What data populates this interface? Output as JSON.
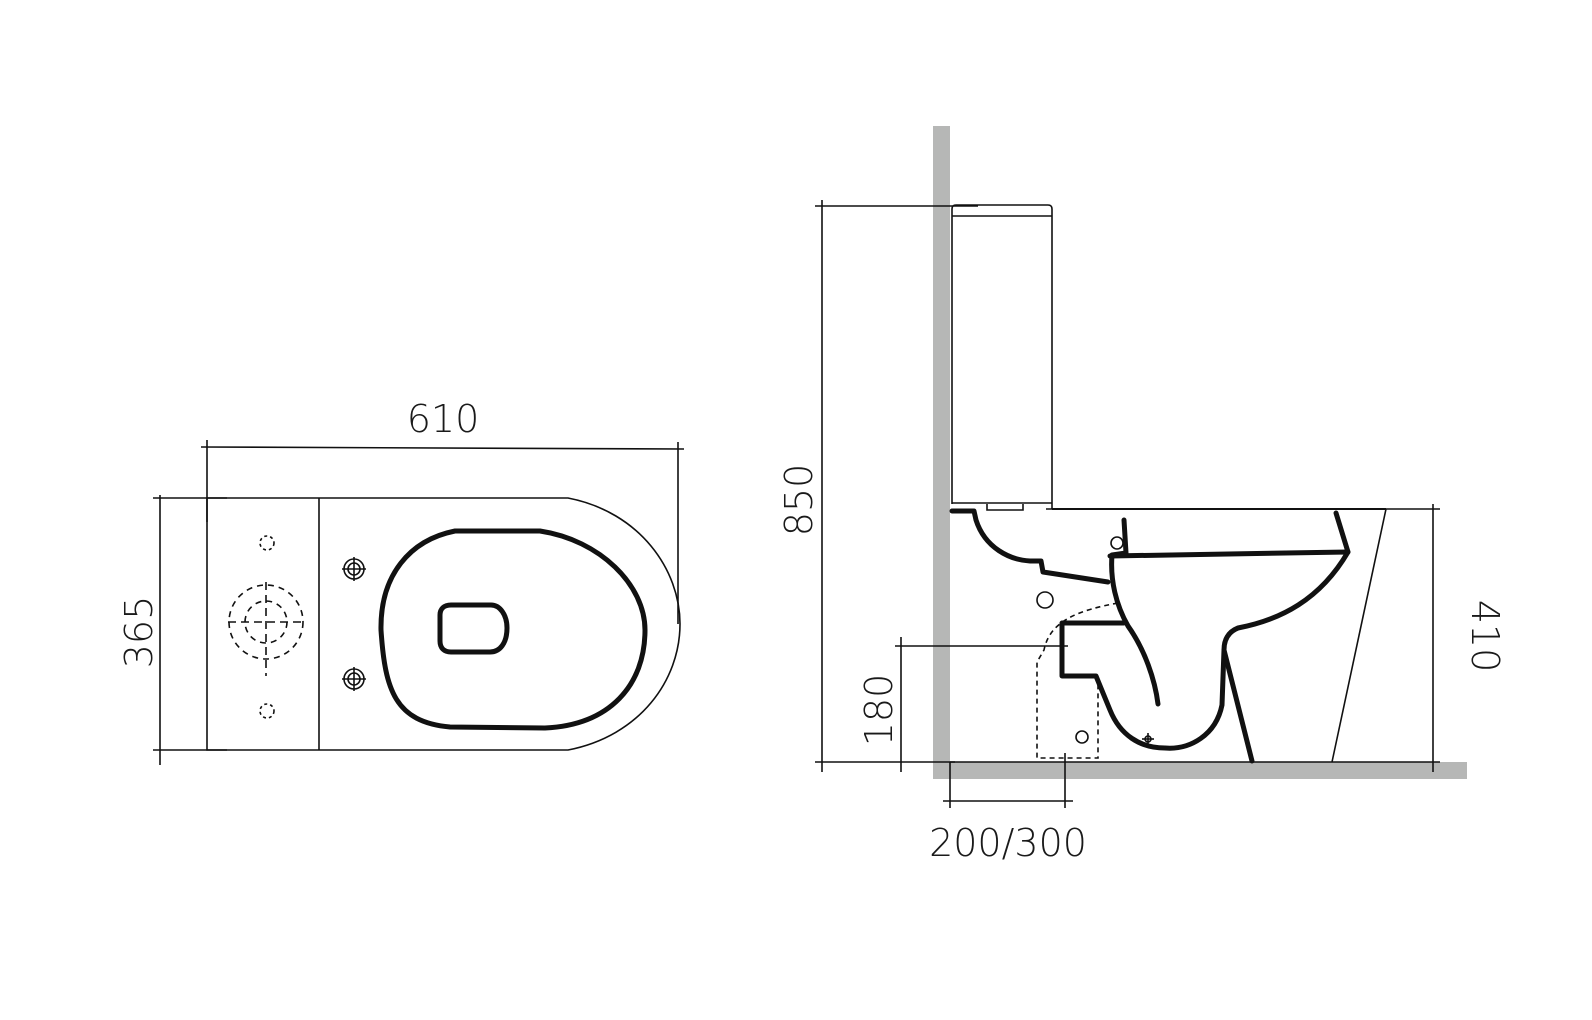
{
  "diagram": {
    "type": "technical-drawing",
    "subject": "close-coupled toilet, top and side views",
    "colors": {
      "line": "#111111",
      "wall": "#b6b7b6",
      "background": "#ffffff"
    },
    "top_view": {
      "dimensions": {
        "length": "610",
        "width": "365"
      }
    },
    "side_view": {
      "dimensions": {
        "total_height": "850",
        "pan_height": "410",
        "outlet_height": "180",
        "outlet_wall_distance": "200/300"
      }
    }
  }
}
